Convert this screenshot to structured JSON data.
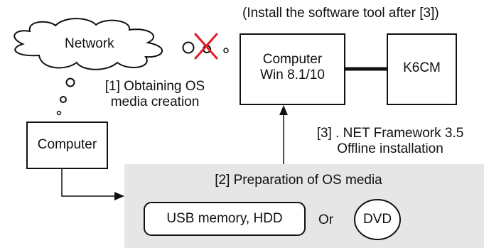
{
  "note": "(Install the software tool after [3])",
  "network": {
    "label": "Network",
    "x_mark_color": "#e31b23"
  },
  "computer_main": {
    "line1": "Computer",
    "line2": "Win 8.1/10"
  },
  "k6cm": {
    "label": "K6CM"
  },
  "step1": {
    "line1": "[1] Obtaining OS",
    "line2": "media creation"
  },
  "computer_left": {
    "label": "Computer"
  },
  "step3": {
    "line1": "[3] . NET Framework 3.5",
    "line2": "Offline installation"
  },
  "step2": {
    "title": "[2] Preparation of OS media",
    "usb": "USB memory, HDD",
    "or": "Or",
    "dvd": "DVD",
    "panel_color": "#e6e6e6"
  }
}
